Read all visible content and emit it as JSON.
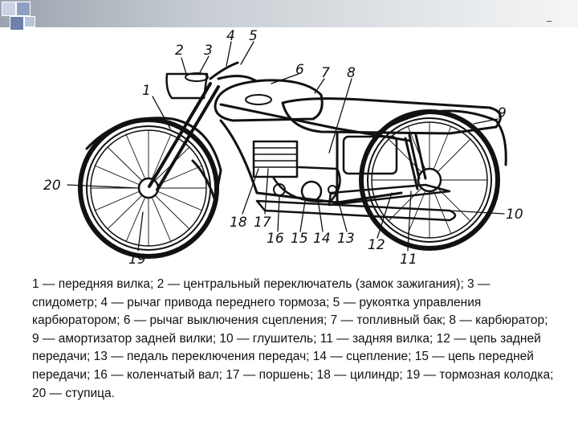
{
  "callout_numbers": [
    "1",
    "2",
    "3",
    "4",
    "5",
    "6",
    "7",
    "8",
    "9",
    "10",
    "11",
    "12",
    "13",
    "14",
    "15",
    "16",
    "17",
    "18",
    "19",
    "20"
  ],
  "caption": "1 — передняя вилка; 2 — центральный переключатель (замок зажигания); 3 — спидометр; 4 — рычаг привода переднего тормоза; 5 — рукоятка управления карбюратором; 6 — рычаг выключения сцепления; 7 — топливный бак; 8 — карбюратор; 9 — амортизатор задней вилки; 10 — глушитель; 11 — задняя вилка; 12 — цепь задней передачи; 13 — педаль переключения передач; 14 — сцепление; 15 — цепь передней передачи; 16 — коленчатый вал; 17 — поршень; 18 — цилиндр; 19 — тормозная колодка; 20 — ступица."
}
